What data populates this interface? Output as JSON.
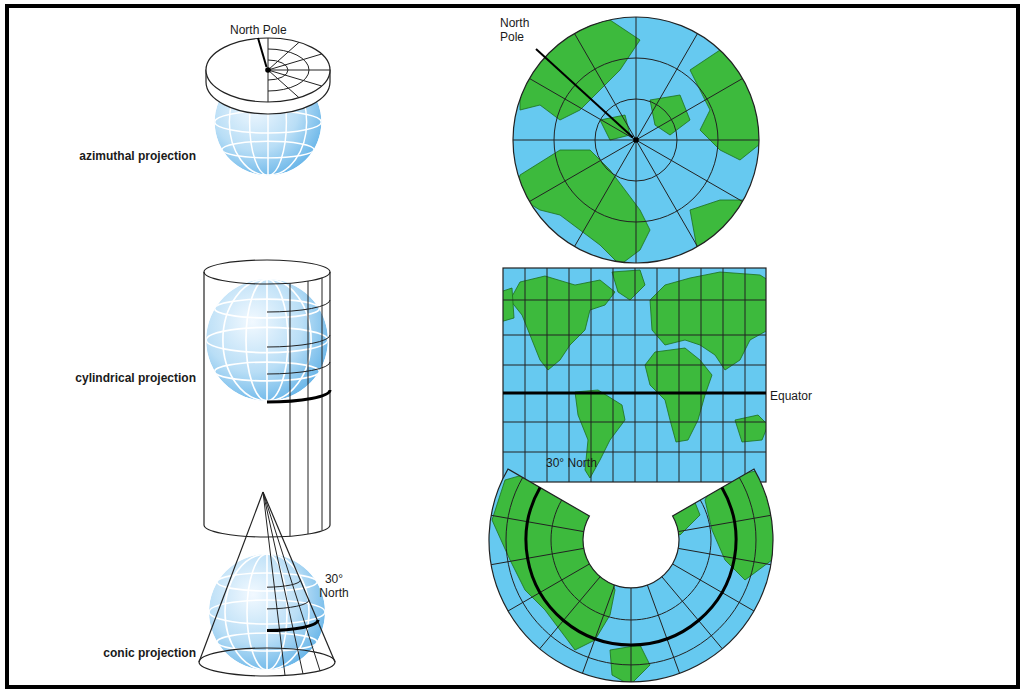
{
  "diagram": {
    "labels": [
      "North Pole",
      "North Pole",
      "azimuthal projection",
      "cylindrical projection",
      "Equator",
      "conic projection",
      "30° North",
      "30° North"
    ]
  }
}
